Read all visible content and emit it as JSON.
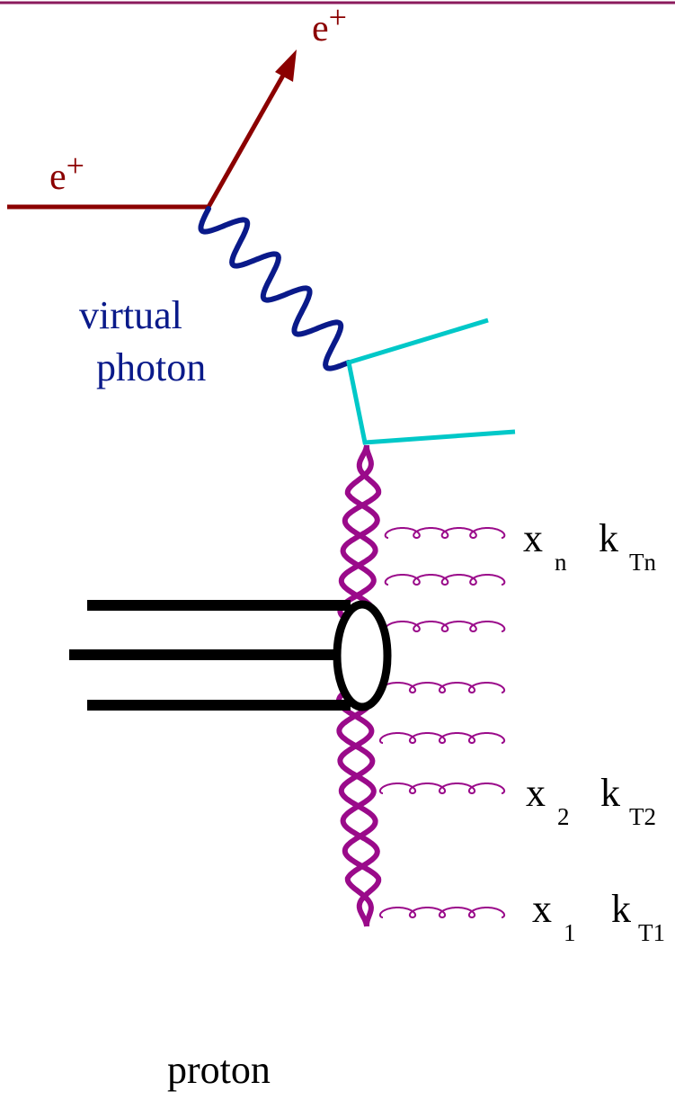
{
  "colors": {
    "frame": "#8b1a5c",
    "lepton": "#8b0000",
    "photon": "#0a1a8a",
    "quark": "#00c8c8",
    "gluon": "#9a0a8a",
    "proton": "#000000"
  },
  "labels": {
    "e_out": "e",
    "e_out_sup": "+",
    "e_in": "e",
    "e_in_sup": "+",
    "virtual": "virtual",
    "photon": "photon",
    "proton": "proton"
  },
  "emissions": [
    {
      "x": "x",
      "x_sub": "n",
      "k": "k",
      "k_sub": "Tn"
    },
    {
      "x": "x",
      "x_sub": "2",
      "k": "k",
      "k_sub": "T2"
    },
    {
      "x": "x",
      "x_sub": "1",
      "k": "k",
      "k_sub": "T1"
    }
  ]
}
